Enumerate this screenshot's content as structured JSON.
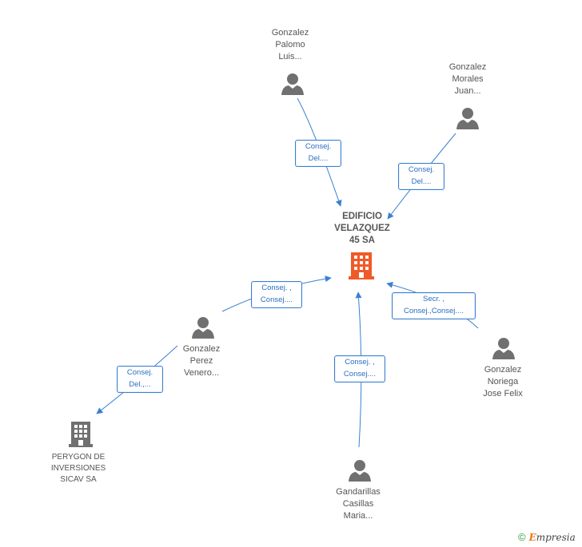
{
  "center_node": {
    "label": "EDIFICIO\nVELAZQUEZ\n45 SA",
    "type": "company",
    "color": "#f05a28"
  },
  "people": [
    {
      "id": "p1",
      "label": "Gonzalez\nPalomo\nLuis..."
    },
    {
      "id": "p2",
      "label": "Gonzalez\nMorales\nJuan..."
    },
    {
      "id": "p3",
      "label": "Gonzalez\nPerez\nVenero..."
    },
    {
      "id": "p4",
      "label": "Gonzalez\nNoriega\nJose Felix"
    },
    {
      "id": "p5",
      "label": "Gandarillas\nCasillas\nMaria..."
    }
  ],
  "companies": [
    {
      "id": "c1",
      "label": "PERYGON DE\nINVERSIONES\nSICAV SA"
    }
  ],
  "edges": [
    {
      "id": "e1",
      "from": "p1",
      "to": "center",
      "label": "Consej.\nDel...."
    },
    {
      "id": "e2",
      "from": "p2",
      "to": "center",
      "label": "Consej.\nDel...."
    },
    {
      "id": "e3",
      "from": "p3",
      "to": "center",
      "label": "Consej. ,\nConsej...."
    },
    {
      "id": "e4",
      "from": "p4",
      "to": "center",
      "label": "Secr. ,\nConsej.,Consej...."
    },
    {
      "id": "e5",
      "from": "p5",
      "to": "center",
      "label": "Consej. ,\nConsej...."
    },
    {
      "id": "e6",
      "from": "p3",
      "to": "c1",
      "label": "Consej.\nDel.,..."
    }
  ],
  "colors": {
    "edge": "#3a80d0",
    "person_icon": "#707070",
    "company_icon": "#707070"
  },
  "brand": {
    "copyright": "©",
    "e": "E",
    "rest": "mpresia"
  }
}
